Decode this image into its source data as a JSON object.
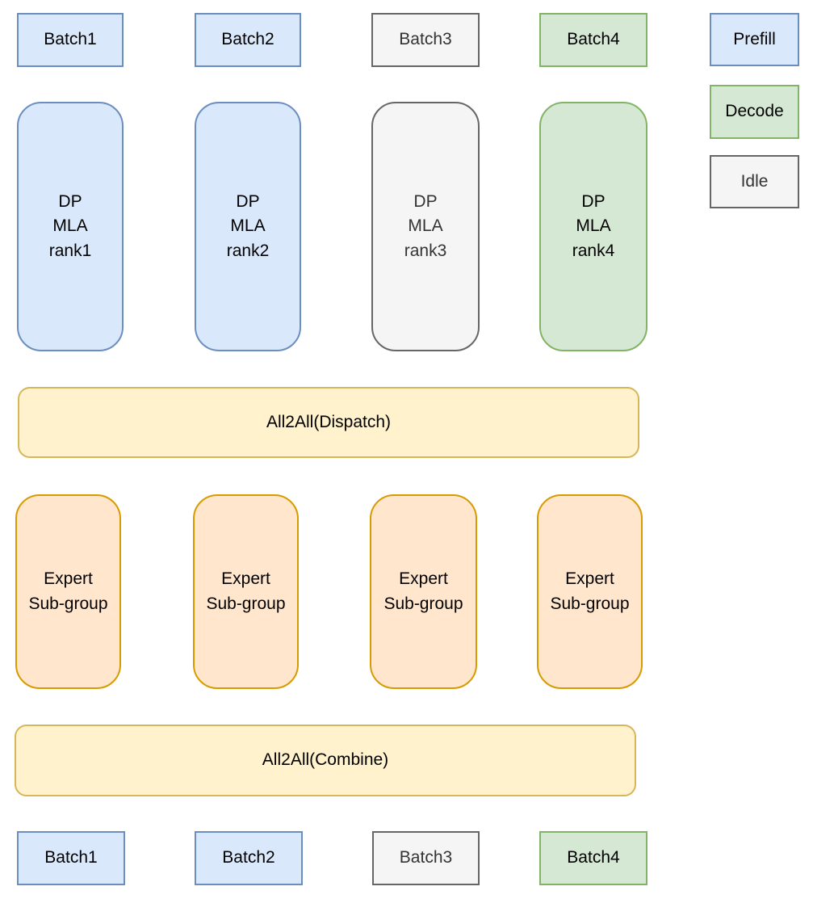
{
  "styles": {
    "blue": {
      "fill": "#dae8fc",
      "stroke": "#6c8ebf",
      "text": "#000000"
    },
    "green": {
      "fill": "#d5e8d4",
      "stroke": "#82b366",
      "text": "#000000"
    },
    "gray": {
      "fill": "#f5f5f5",
      "stroke": "#666666",
      "text": "#333333"
    },
    "yellow": {
      "fill": "#fff2cc",
      "stroke": "#d6b656",
      "text": "#000000"
    },
    "orange": {
      "fill": "#ffe6cc",
      "stroke": "#d79b00",
      "text": "#000000"
    }
  },
  "top_batches": [
    {
      "label": "Batch1",
      "style": "blue"
    },
    {
      "label": "Batch2",
      "style": "blue"
    },
    {
      "label": "Batch3",
      "style": "gray"
    },
    {
      "label": "Batch4",
      "style": "green"
    }
  ],
  "dp_ranks": [
    {
      "label": "DP\nMLA\nrank1",
      "style": "blue"
    },
    {
      "label": "DP\nMLA\nrank2",
      "style": "blue"
    },
    {
      "label": "DP\nMLA\nrank3",
      "style": "gray"
    },
    {
      "label": "DP\nMLA\nrank4",
      "style": "green"
    }
  ],
  "all2all_dispatch": {
    "label": "All2All(Dispatch)",
    "style": "yellow"
  },
  "expert_subgroups": [
    {
      "label": "Expert\nSub-group",
      "style": "orange"
    },
    {
      "label": "Expert\nSub-group",
      "style": "orange"
    },
    {
      "label": "Expert\nSub-group",
      "style": "orange"
    },
    {
      "label": "Expert\nSub-group",
      "style": "orange"
    }
  ],
  "all2all_combine": {
    "label": "All2All(Combine)",
    "style": "yellow"
  },
  "bottom_batches": [
    {
      "label": "Batch1",
      "style": "blue"
    },
    {
      "label": "Batch2",
      "style": "blue"
    },
    {
      "label": "Batch3",
      "style": "gray"
    },
    {
      "label": "Batch4",
      "style": "green"
    }
  ],
  "legend": [
    {
      "label": "Prefill",
      "style": "blue"
    },
    {
      "label": "Decode",
      "style": "green"
    },
    {
      "label": "Idle",
      "style": "gray"
    }
  ]
}
